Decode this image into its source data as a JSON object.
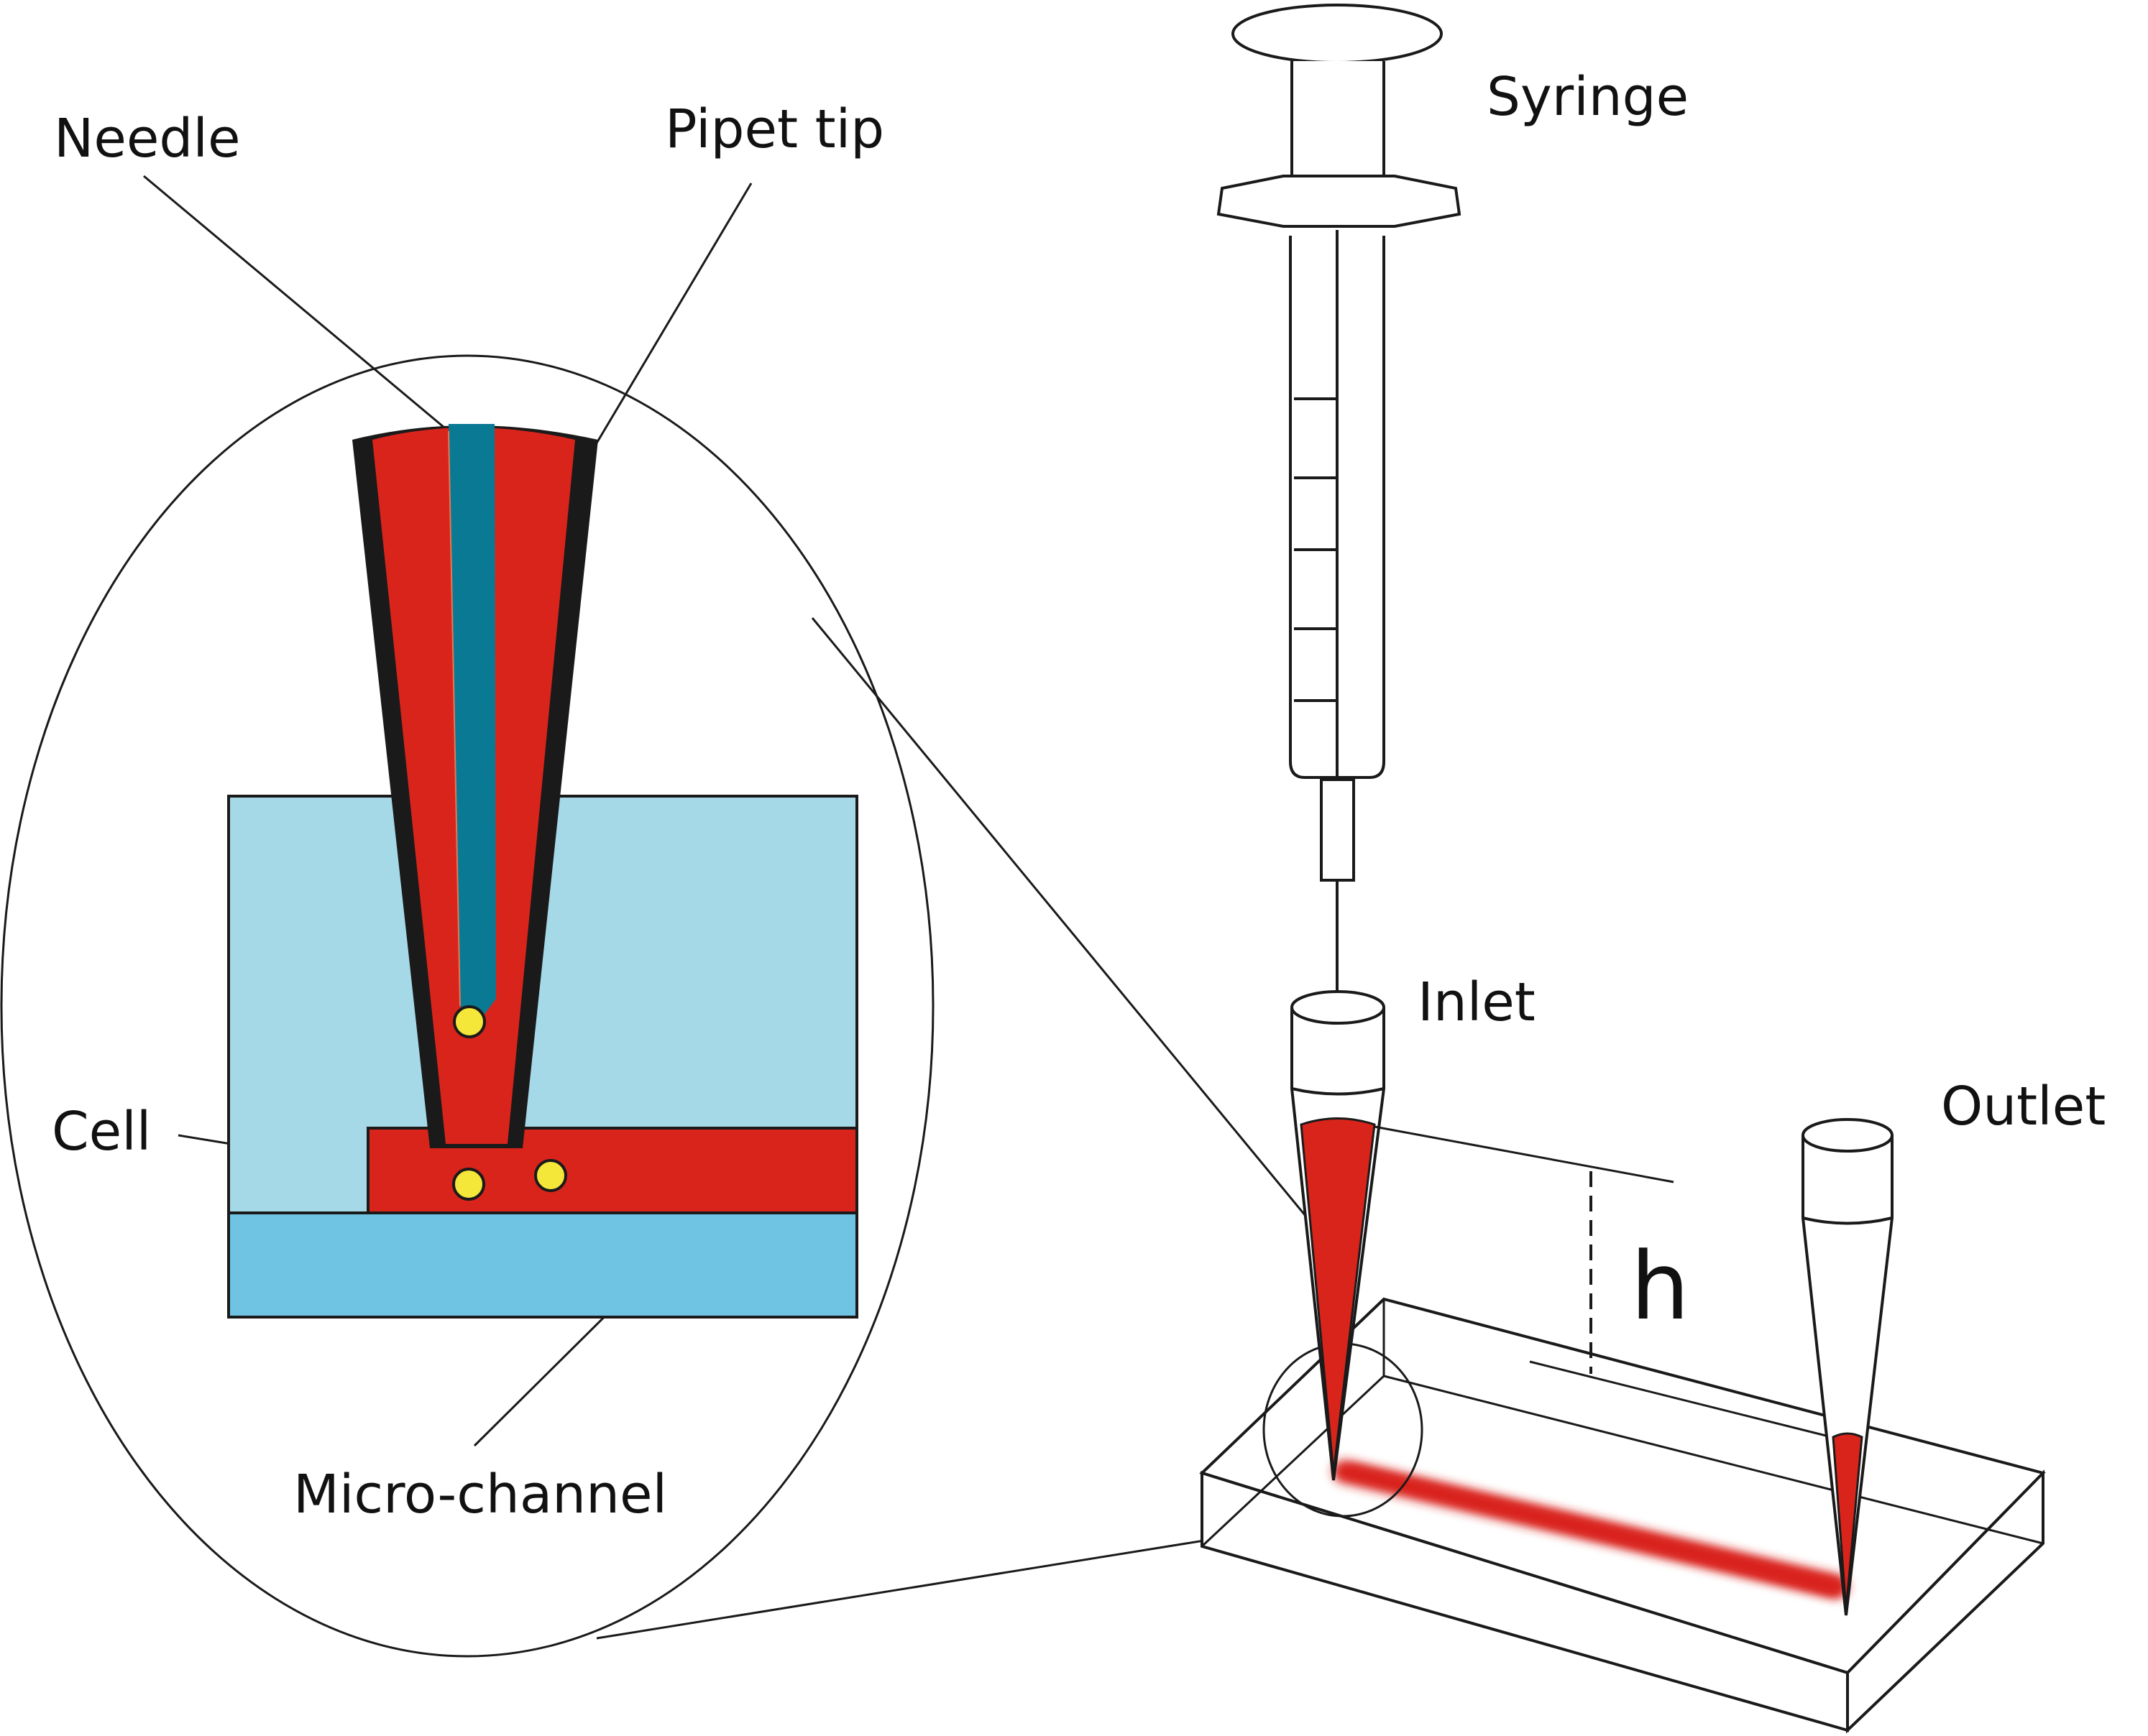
{
  "labels": {
    "needle": "Needle",
    "pipet_tip": "Pipet tip",
    "syringe": "Syringe",
    "inlet": "Inlet",
    "outlet": "Outlet",
    "cell": "Cell",
    "micro_channel": "Micro-channel",
    "height": "h"
  },
  "colors": {
    "fluid_red": "#d9241c",
    "needle_teal": "#0a7a94",
    "chip_light_blue": "#a6d9e8",
    "substrate_blue": "#6fc4e3",
    "cell_yellow": "#f5e63a",
    "pipet_wall": "#1a1a1a"
  },
  "icons": {
    "syringe": "syringe-icon",
    "pipet_tip": "pipet-tip-icon",
    "chip": "microfluidic-chip-icon",
    "cell": "cell-icon"
  }
}
